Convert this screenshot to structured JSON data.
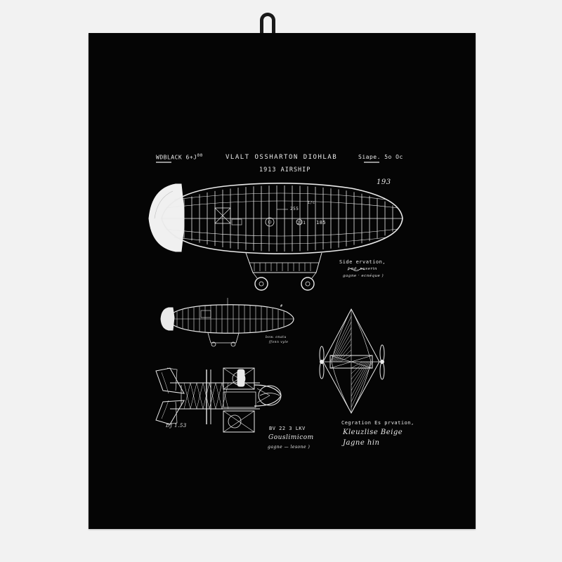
{
  "header": {
    "left": "WDBLACK 6+J",
    "left_sup": "00",
    "center": "VLALT OSSHARTON DIOHLAB",
    "right": "Siape. 5o Oc",
    "subtitle": "1913 AIRSHIP",
    "sheet_number": "193"
  },
  "main_airship": {
    "labels": {
      "a": "255",
      "b": "231",
      "c": "185",
      "d": "1/c"
    }
  },
  "side_elevation": {
    "title": "Side ervation,",
    "line1": "f·nd. nuserin",
    "line2": "gagne · ecnéque )"
  },
  "small_airship": {
    "caption1": "bow. onatu",
    "caption2": "ffonn vyle",
    "marker": "#"
  },
  "plan_view": {
    "left_label": "DJ 1.53",
    "right_label": "BV 22 3 LKV",
    "script1": "Gouslimicom",
    "script2": "gagne — lesone )"
  },
  "front_view": {
    "title": "Cegration Es prvation,",
    "script1": "Kleuzlise Beige",
    "script2": "Jagne hin"
  },
  "colors": {
    "towel": "#050505",
    "background": "#f2f2f2",
    "ink": "#e9e9e9"
  }
}
